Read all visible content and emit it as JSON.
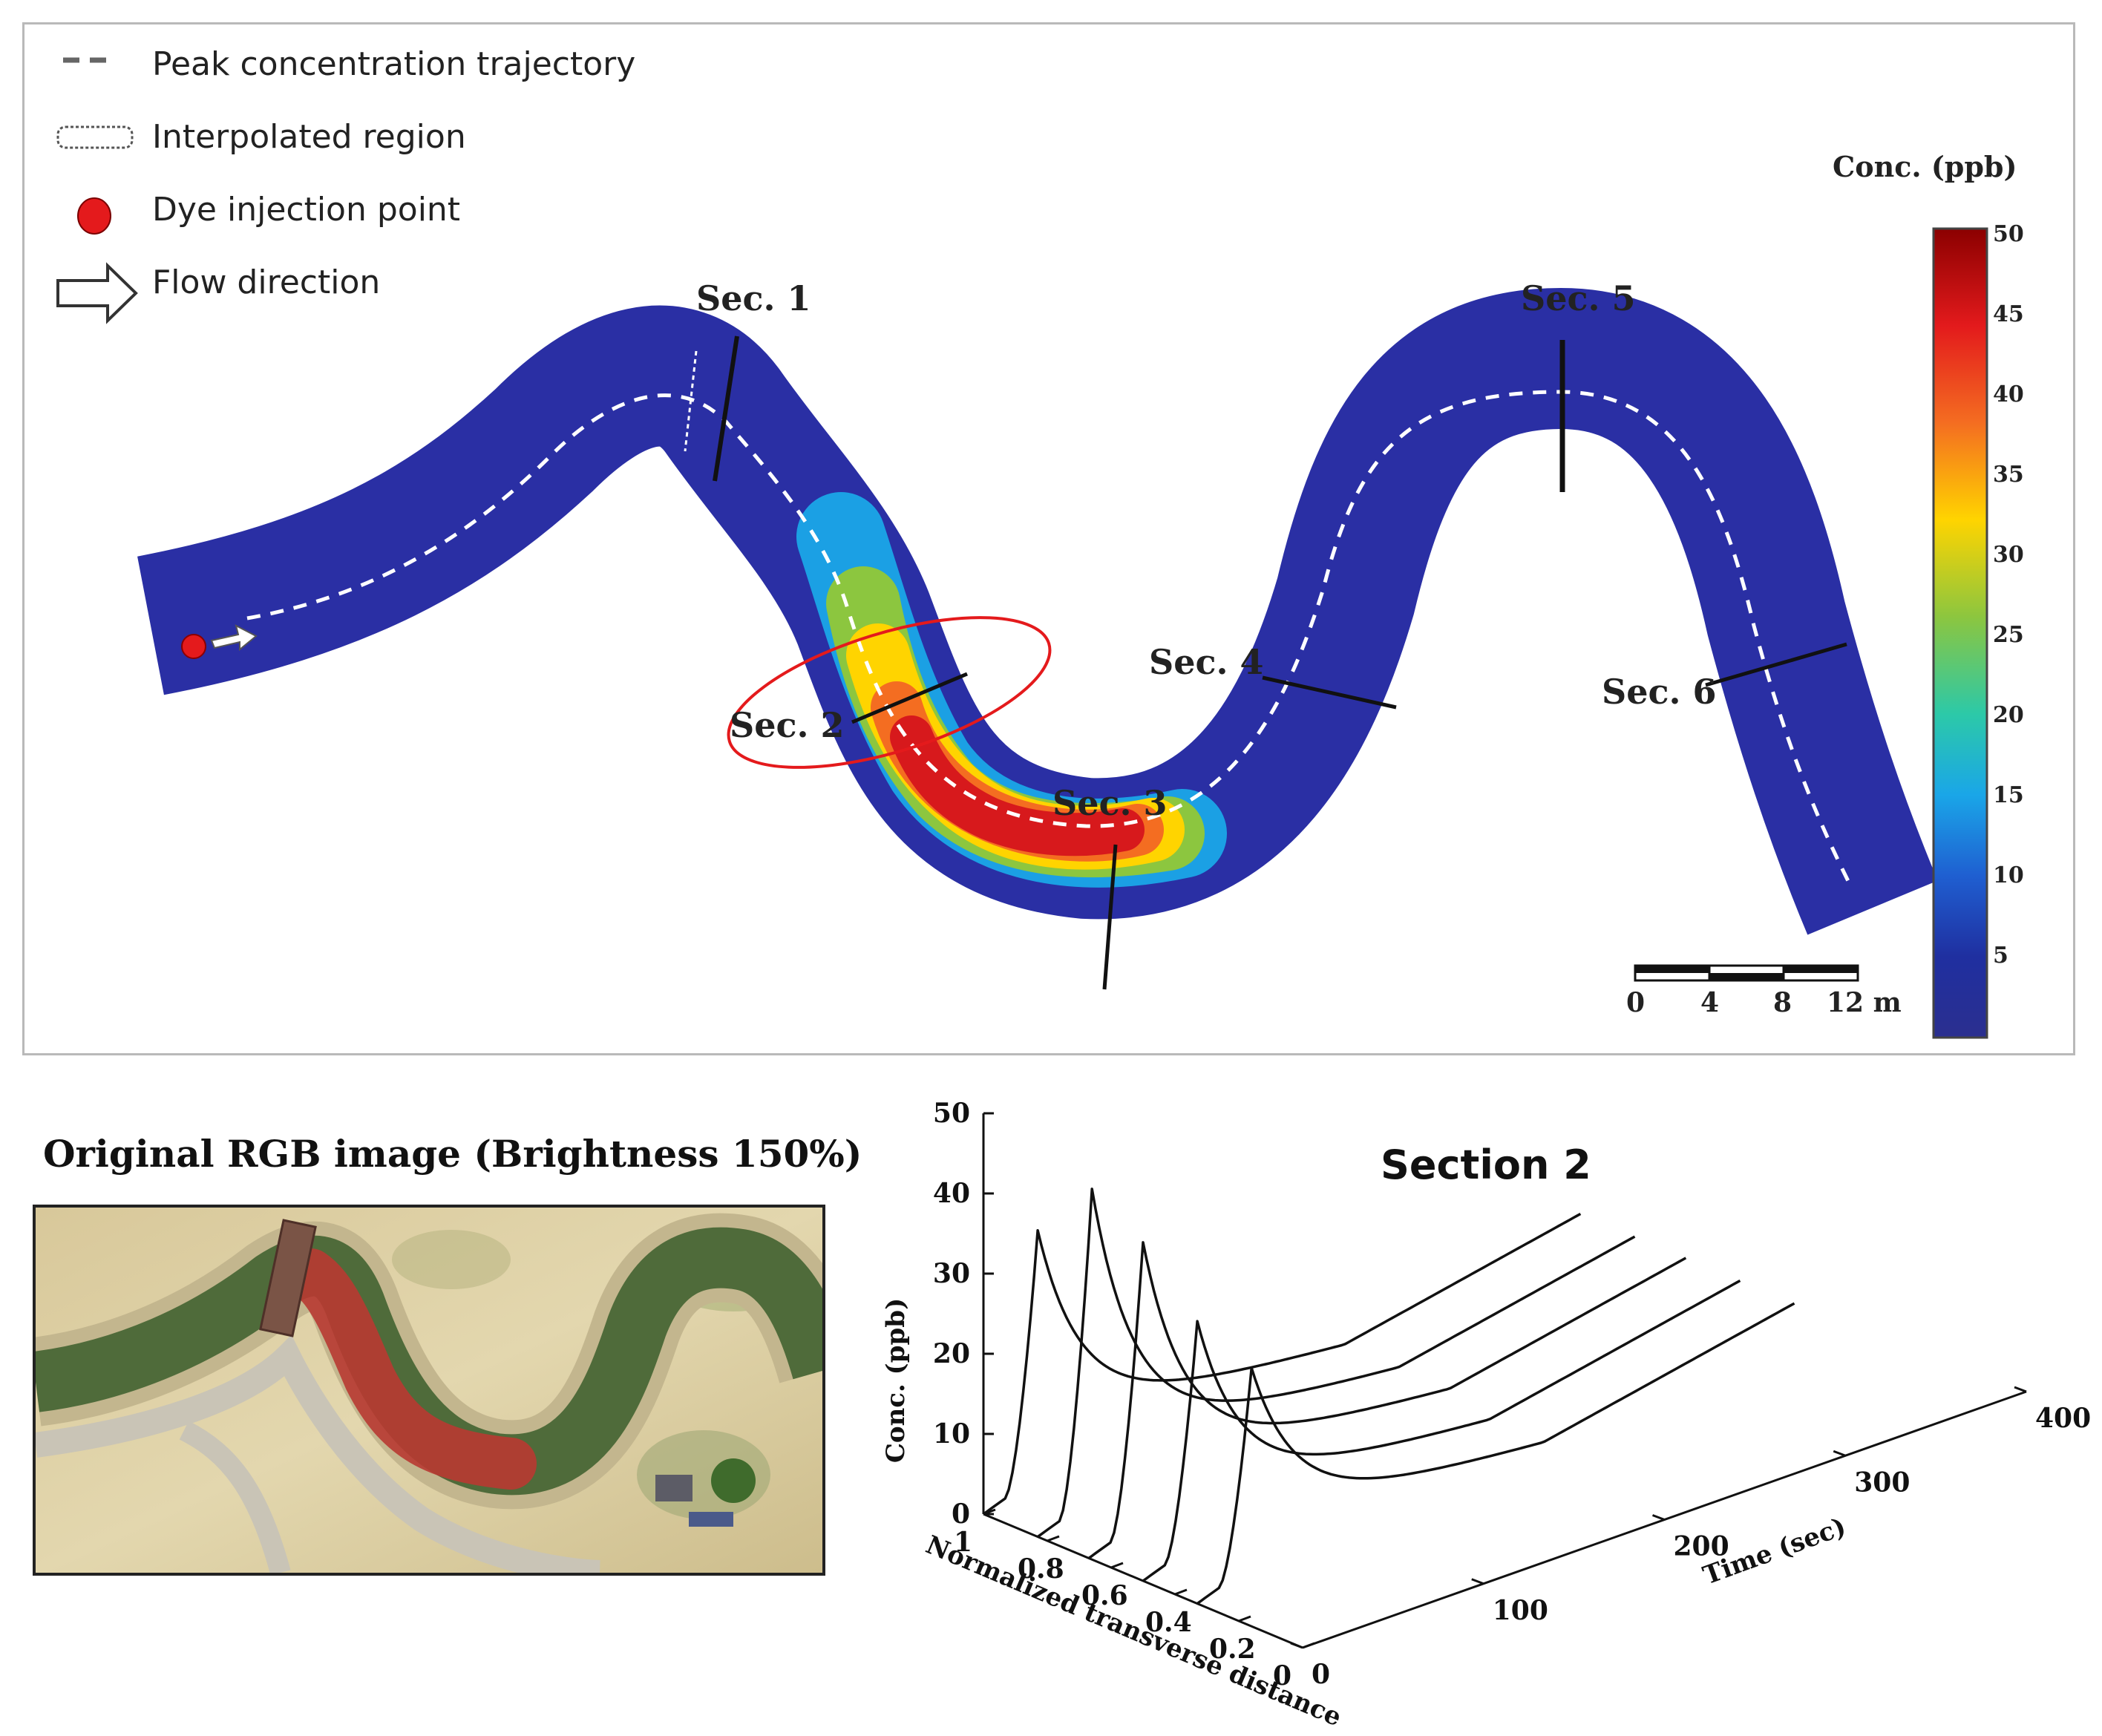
{
  "legend": {
    "items": [
      {
        "label": "Peak concentration trajectory",
        "icon": "dashed-line-icon"
      },
      {
        "label": "Interpolated region",
        "icon": "dotted-rect-icon"
      },
      {
        "label": "Dye injection point",
        "icon": "red-dot-icon"
      },
      {
        "label": "Flow direction",
        "icon": "arrow-right-icon"
      }
    ]
  },
  "sections": [
    "Sec. 1",
    "Sec. 2",
    "Sec. 3",
    "Sec. 4",
    "Sec. 5",
    "Sec. 6"
  ],
  "colorbar": {
    "title": "Conc. (ppb)",
    "ticks": [
      "50",
      "45",
      "40",
      "35",
      "30",
      "25",
      "20",
      "15",
      "10",
      "5"
    ],
    "colors": [
      "#8b0000",
      "#e31a1c",
      "#f46d21",
      "#ffd400",
      "#8cc63f",
      "#2cc9a8",
      "#1aa6e8",
      "#1f5fd1",
      "#1f2fa0",
      "#2b2f8f"
    ]
  },
  "scalebar": {
    "ticks": [
      "0",
      "4",
      "8",
      "12 m"
    ]
  },
  "rgb_panel": {
    "title": "Original  RGB image (Brightness 150%)"
  },
  "colors": {
    "river_blue": "#2a2fa4",
    "trajectory": "#ffffff",
    "injection": "#e41a1c",
    "highlight_ellipse": "#e41a1c"
  },
  "chart_data": {
    "type": "line",
    "title": "Section 2",
    "zlabel": "Conc. (ppb)",
    "z_ticks": [
      "0",
      "10",
      "20",
      "30",
      "40",
      "50"
    ],
    "zlim": [
      0,
      50
    ],
    "time_label": "Time (sec)",
    "time_ticks": [
      "0",
      "100",
      "200",
      "300",
      "400"
    ],
    "tlim": [
      0,
      400
    ],
    "transverse_label": "Normalized  transverse  distance",
    "transverse_ticks": [
      "1",
      "0.8",
      "0.6",
      "0.4",
      "0.2",
      "0"
    ],
    "series": [
      {
        "transverse": 1.0,
        "peak_time": 30,
        "peak": 33,
        "tail": 10,
        "baseline": 1
      },
      {
        "transverse": 0.83,
        "peak_time": 30,
        "peak": 41,
        "tail": 10,
        "baseline": 1
      },
      {
        "transverse": 0.67,
        "peak_time": 30,
        "peak": 37,
        "tail": 10,
        "baseline": 1
      },
      {
        "transverse": 0.5,
        "peak_time": 30,
        "peak": 30,
        "tail": 9,
        "baseline": 1
      },
      {
        "transverse": 0.33,
        "peak_time": 30,
        "peak": 27,
        "tail": 9,
        "baseline": 1
      }
    ]
  }
}
